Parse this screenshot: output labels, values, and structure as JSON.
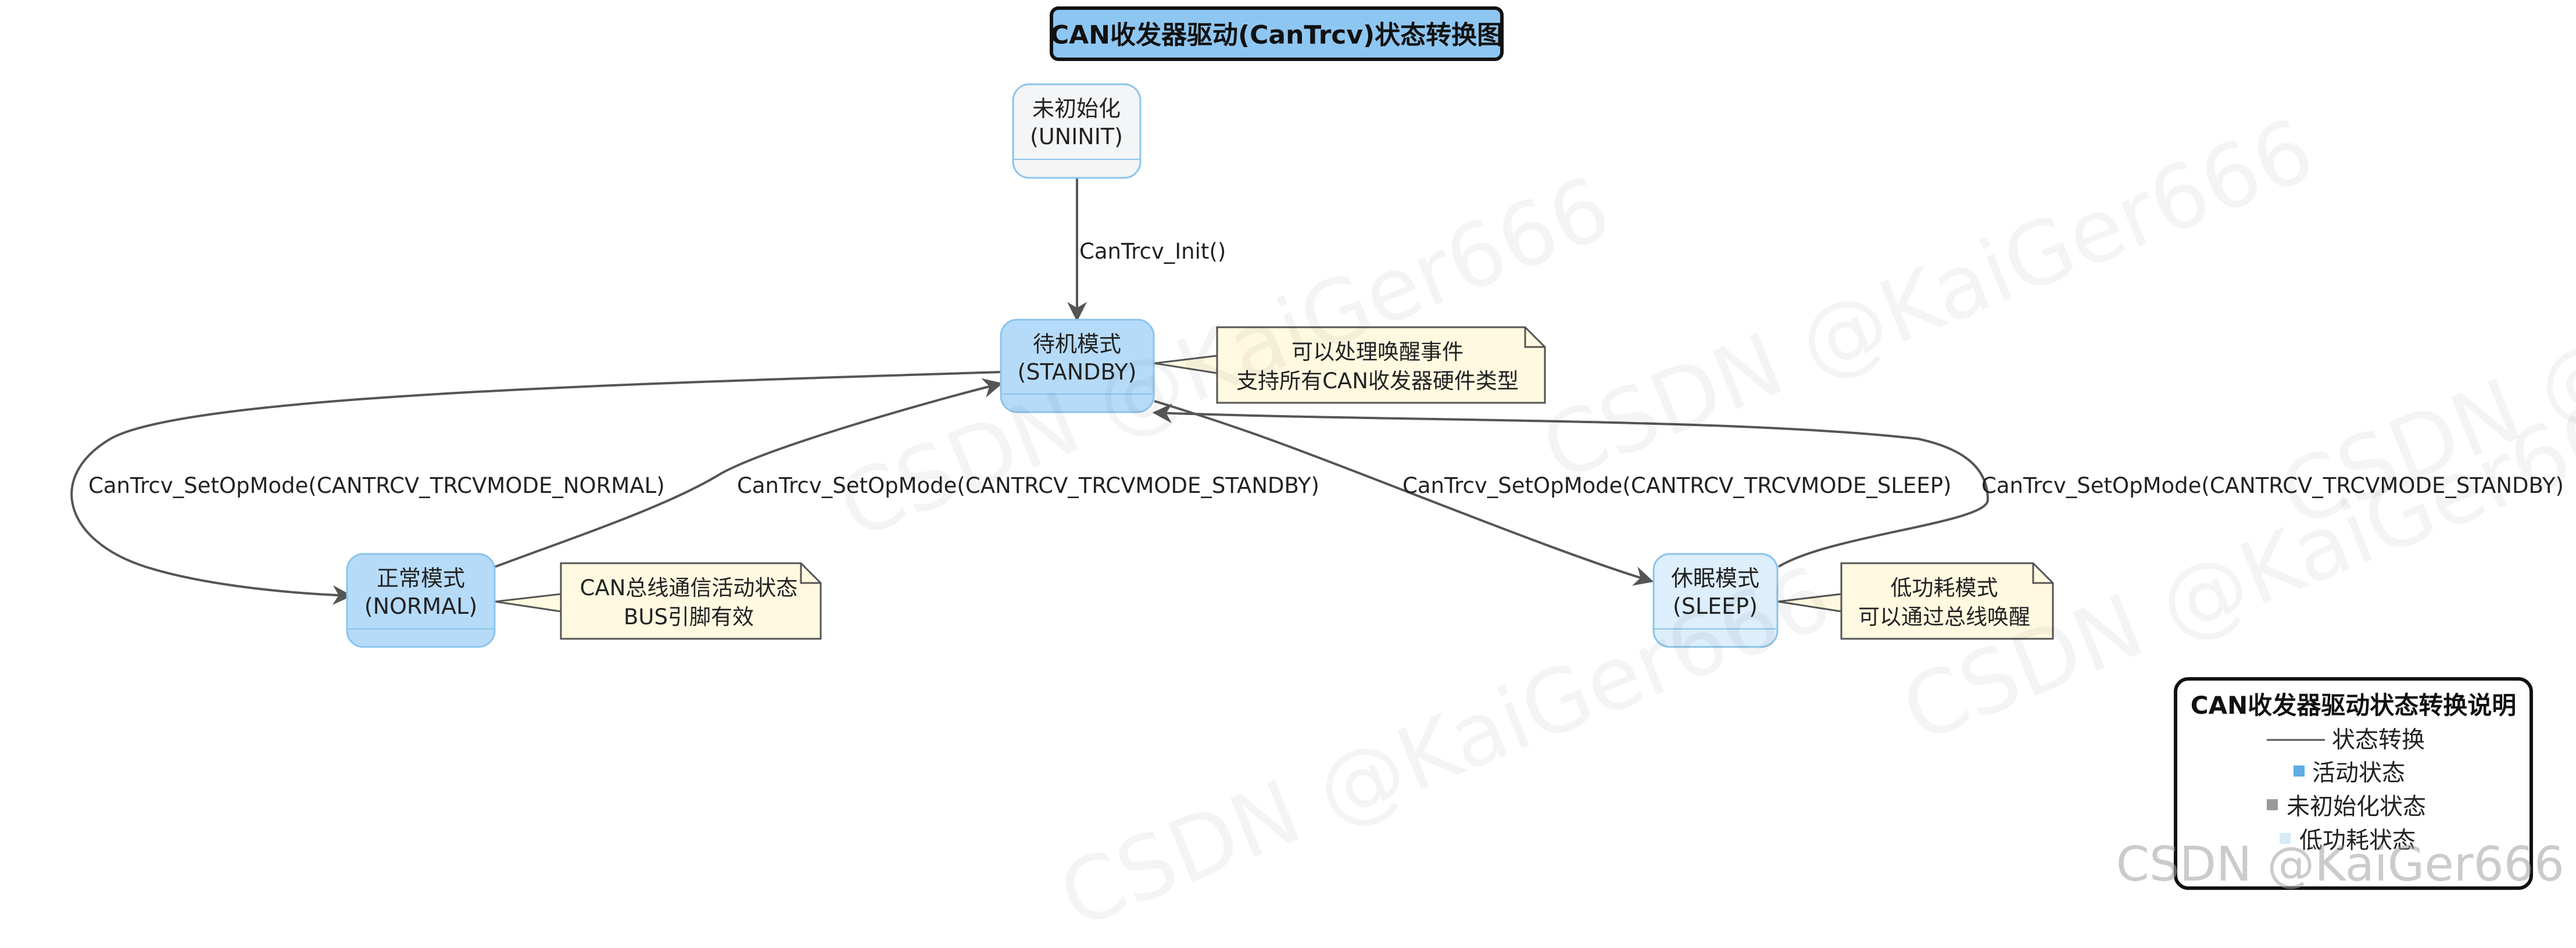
{
  "title": "CAN收发器驱动(CanTrcv)状态转换图",
  "states": {
    "uninit": {
      "name": "未初始化",
      "code": "(UNINIT)"
    },
    "standby": {
      "name": "待机模式",
      "code": "(STANDBY)"
    },
    "normal": {
      "name": "正常模式",
      "code": "(NORMAL)"
    },
    "sleep": {
      "name": "休眠模式",
      "code": "(SLEEP)"
    }
  },
  "notes": {
    "standby": [
      "可以处理唤醒事件",
      "支持所有CAN收发器硬件类型"
    ],
    "normal": [
      "CAN总线通信活动状态",
      "BUS引脚有效"
    ],
    "sleep": [
      "低功耗模式",
      "可以通过总线唤醒"
    ]
  },
  "transitions": {
    "init": "CanTrcv_Init()",
    "to_normal": "CanTrcv_SetOpMode(CANTRCV_TRCVMODE_NORMAL)",
    "normal_to_standby": "CanTrcv_SetOpMode(CANTRCV_TRCVMODE_STANDBY)",
    "to_sleep": "CanTrcv_SetOpMode(CANTRCV_TRCVMODE_SLEEP)",
    "sleep_to_standby": "CanTrcv_SetOpMode(CANTRCV_TRCVMODE_STANDBY)"
  },
  "legend": {
    "title": "CAN收发器驱动状态转换说明",
    "items": [
      "状态转换",
      "活动状态",
      "未初始化状态",
      "低功耗状态"
    ]
  },
  "colors": {
    "title_bg": "#8EC6F2",
    "active_state": "#B6DBF8",
    "uninit_state": "#F4F5F6",
    "sleep_state": "#DDEEFC",
    "state_border": "#8BC4EC",
    "note_bg": "#FEF9E0",
    "arrow": "#555555",
    "legend_active": "#5DADE2",
    "legend_uninit": "#999999",
    "legend_sleep": "#D6EAF8"
  },
  "watermark": "CSDN @KaiGer666",
  "footer_watermark": "CSDN @KaiGer666"
}
